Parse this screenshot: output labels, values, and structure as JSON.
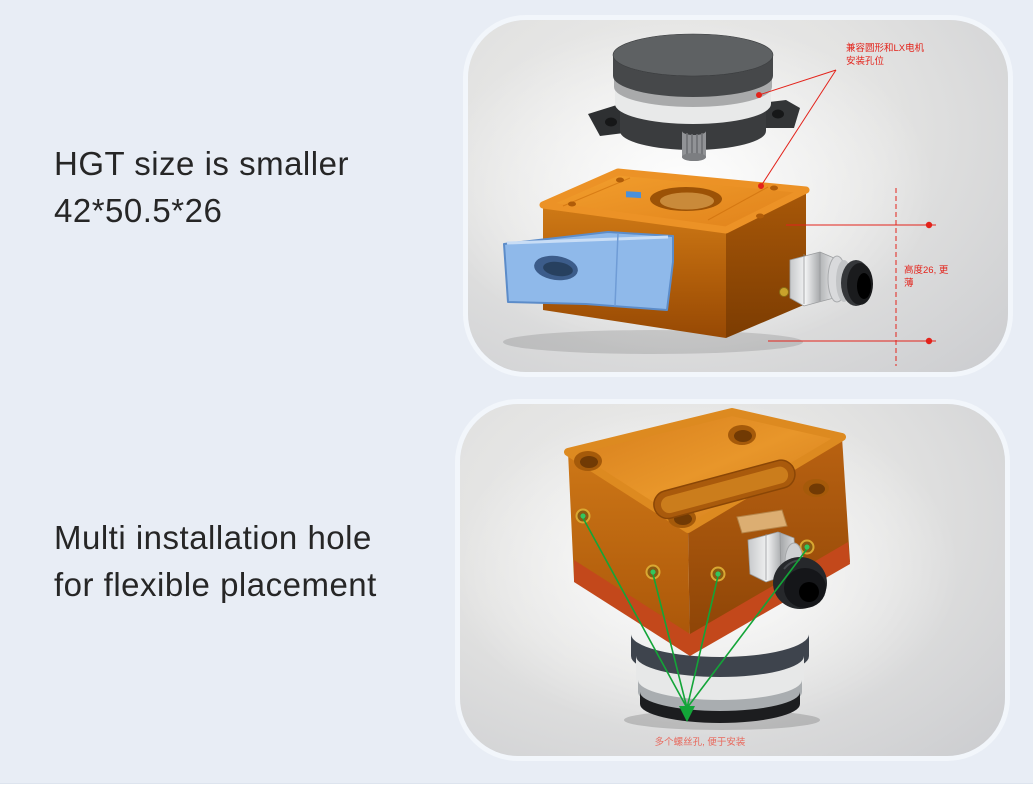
{
  "captions": {
    "size": {
      "line1": "HGT size is smaller",
      "line2": "42*50.5*26"
    },
    "install": {
      "line1": "Multi installation hole",
      "line2": "for flexible placement"
    }
  },
  "panel_top": {
    "motor_note_line1": "兼容圆形和LX电机",
    "motor_note_line2": "安装孔位",
    "height_note_line1": "高度26, 更",
    "height_note_line2": "薄"
  },
  "panel_bottom": {
    "holes_note": "多个螺丝孔, 便于安装"
  },
  "colors": {
    "page_bg": "#e8edf5",
    "footer_bg": "#ffffff",
    "caption_text": "#262626",
    "annotation_red": "#e3231b",
    "annotation_salmon": "#e8685c",
    "annotation_green": "#13a538",
    "gearbox_orange_top": "#f0941f",
    "gearbox_orange_front": "#c06a10",
    "gearbox_red_band": "#c3481b",
    "bracket_blue": "#8fb9ea",
    "motor_gray": "#3b3d3f"
  }
}
